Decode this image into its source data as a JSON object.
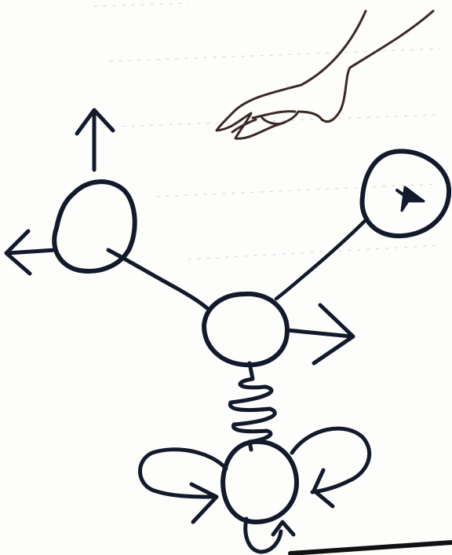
{
  "diagram": {
    "kind": "hand-drawn sketch",
    "caption": "",
    "colors": {
      "paper": "#fdfdfb",
      "ink": "#121a2c",
      "hand_ink": "#3a2a26",
      "rule": "#b9bcc4",
      "edge": "#111111"
    },
    "nodes": [
      {
        "id": "node-upper-left",
        "label": ""
      },
      {
        "id": "node-center",
        "label": ""
      },
      {
        "id": "node-right-marked",
        "label": ""
      },
      {
        "id": "node-bottom",
        "label": ""
      }
    ],
    "edges": [
      {
        "from": "node-upper-left",
        "to": "node-center",
        "style": "line"
      },
      {
        "from": "node-right-marked",
        "to": "node-center",
        "style": "line"
      },
      {
        "from": "node-center",
        "to": "node-bottom",
        "style": "spring"
      }
    ],
    "icons": [
      "pointing-hand-icon",
      "cursor-arrow-icon",
      "rotation-arrow-icon",
      "direction-arrow-icon"
    ]
  }
}
